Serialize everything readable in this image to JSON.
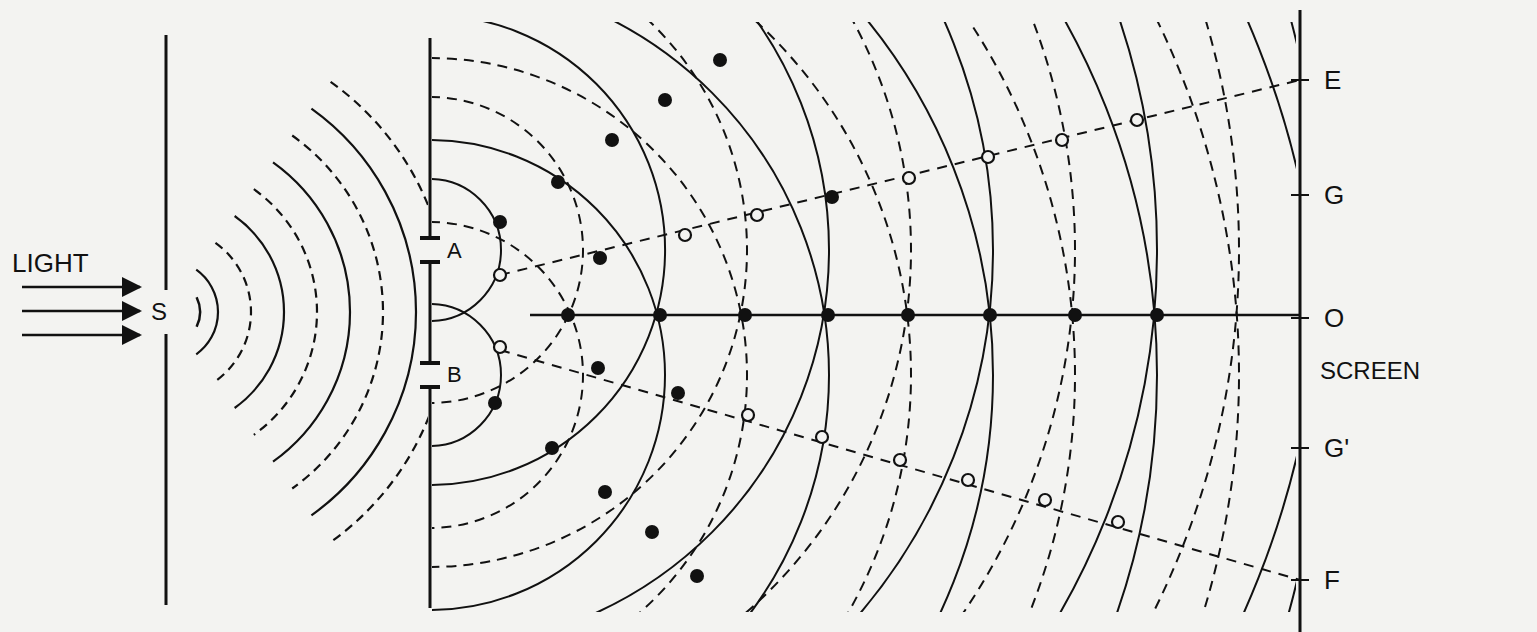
{
  "diagram": {
    "labels": [
      "LIGHT",
      "S",
      "A",
      "B",
      "E",
      "G",
      "O",
      "SCREEN",
      "G'",
      "F"
    ]
  }
}
